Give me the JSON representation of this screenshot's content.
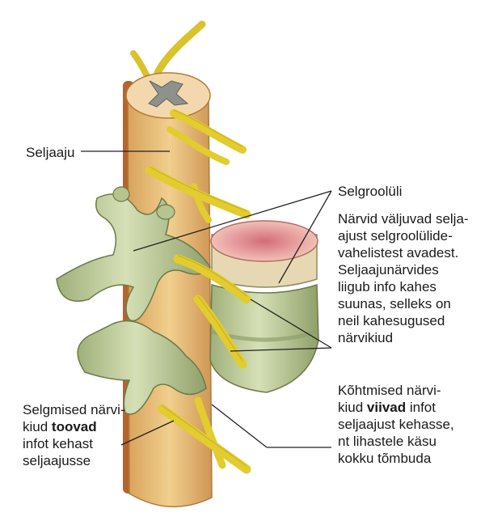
{
  "labels": {
    "spinal_cord": "Seljaaju",
    "vertebra": "Selgroolüli",
    "nerves_desc": [
      "Närvid väljuvad selja-",
      "ajust selgroolülide-",
      "vahelistest avadest.",
      "Seljaajunärvides",
      "liigub info kahes",
      "suunas, selleks on",
      "neil kahesugused",
      "närvikiud"
    ],
    "dorsal": {
      "line1": "Selgmised närvi-",
      "line2_plain": "kiud ",
      "line2_bold": "toovad",
      "line3": "infot kehast",
      "line4": "seljaajusse"
    },
    "ventral": {
      "line1": "Kõhtmised närvi-",
      "line2_plain": "kiud ",
      "line2_bold": "viivad",
      "line2_rest": " infot",
      "line3": "seljaajust kehasse,",
      "line4": "nt lihastele käsu",
      "line5": "kokku tõmbuda"
    }
  },
  "colors": {
    "spinal_cord": "#e8c07a",
    "nerve": "#e2cc2e",
    "bone": "#c9d6a6",
    "disc_top": "#e9a7a0",
    "line": "#222222"
  }
}
